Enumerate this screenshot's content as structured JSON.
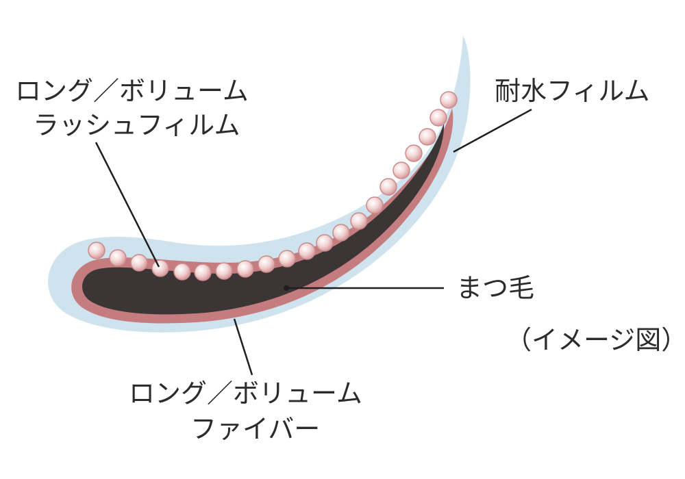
{
  "labels": {
    "lash_film": {
      "line1": "ロング／ボリューム",
      "line2": "ラッシュフィルム"
    },
    "waterproof_film": "耐水フィルム",
    "eyelash": "まつ毛",
    "image_note": "（イメージ図）",
    "fiber": {
      "line1": "ロング／ボリューム",
      "line2": "ファイバー"
    }
  },
  "colors": {
    "waterproof_film": "#cfe3ef",
    "fiber_coat": "#c47c7e",
    "eyelash": "#3b3536",
    "bead": "#f4dcdc",
    "leader_line": "#1e1e1e"
  }
}
